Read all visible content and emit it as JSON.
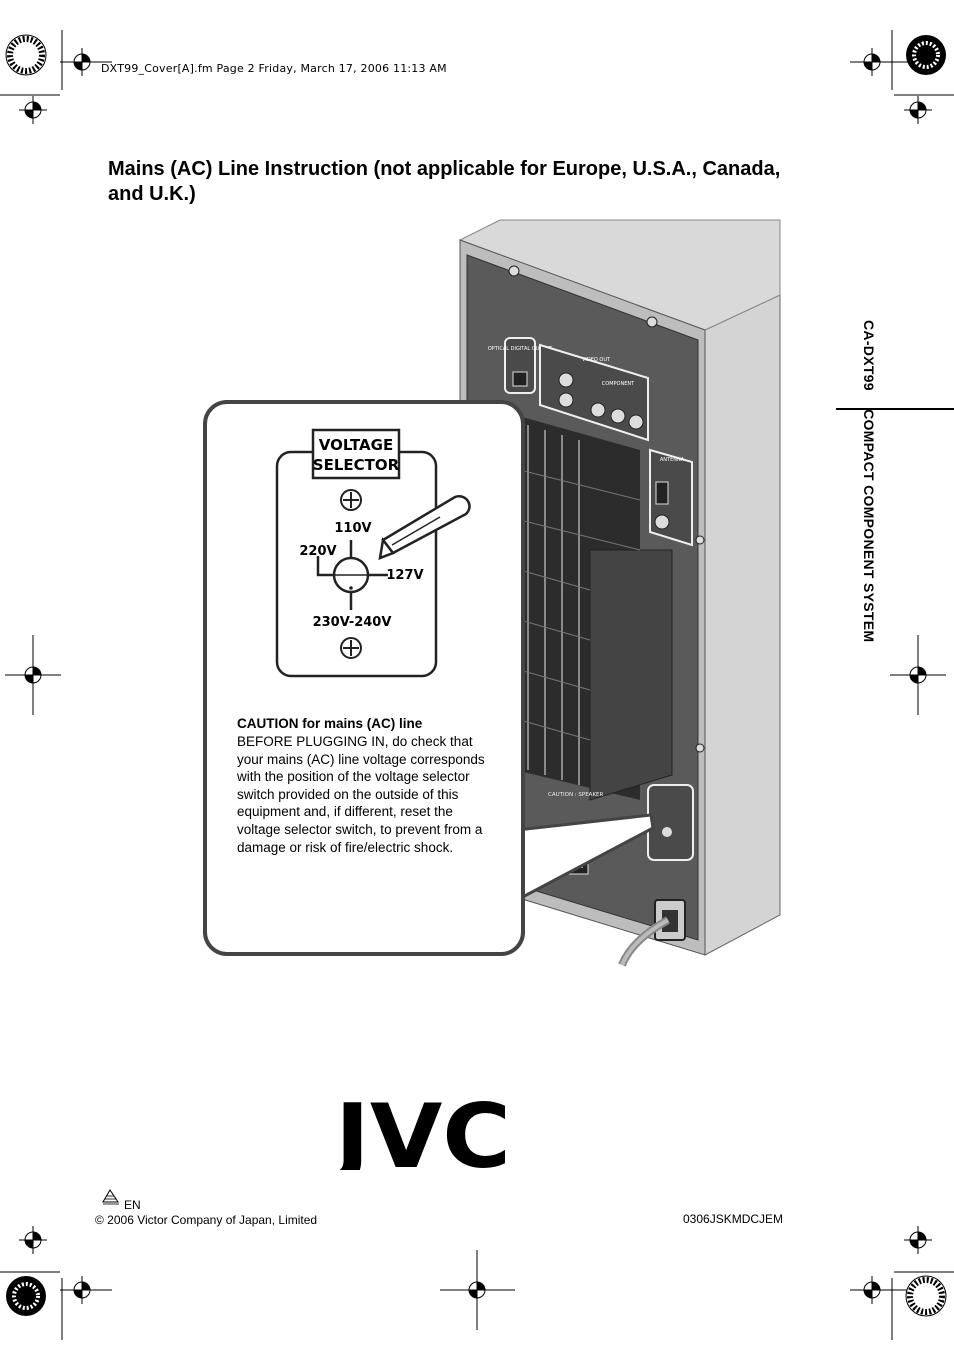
{
  "header": {
    "file_info": "DXT99_Cover[A].fm  Page 2  Friday, March 17, 2006  11:13 AM"
  },
  "page": {
    "title": "Mains (AC) Line Instruction (not applicable for Europe, U.S.A., Canada, and U.K.)",
    "side_title_model": "CA-DXT99",
    "side_title_text": "COMPACT COMPONENT SYSTEM"
  },
  "illustration": {
    "voltage_selector_label_line1": "VOLTAGE",
    "voltage_selector_label_line2": "SELECTOR",
    "v110": "110V",
    "v127": "127V",
    "v220": "220V",
    "v230_240": "230V-240V",
    "caution_speaker_label": "CAUTION : SPEAKER",
    "antenna_label": "ANTENNA",
    "component_label": "COMPONENT",
    "video_out_label": "VIDEO OUT",
    "optical_label": "OPTICAL DIGITAL OUTPUT"
  },
  "caution": {
    "heading": "CAUTION for mains (AC) line",
    "body": "BEFORE PLUGGING IN, do check that your mains (AC) line voltage corresponds with the position of the voltage selector switch provided on the outside of this equipment and, if different, reset the voltage selector switch, to prevent from a damage or risk of fire/electric shock."
  },
  "footer": {
    "logo_text": "JVC",
    "language": "EN",
    "copyright": "© 2006 Victor Company of Japan, Limited",
    "catalog_code": "0306JSKMDCJEM"
  }
}
